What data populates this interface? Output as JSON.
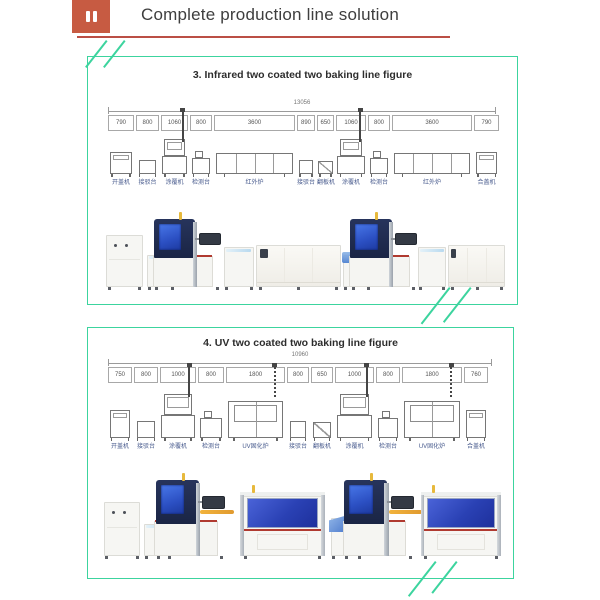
{
  "header": {
    "title": "Complete production line solution",
    "icon": "pause-icon"
  },
  "colors": {
    "accent_orange": "#C75B42",
    "underline_red": "#BB4F45",
    "frame_green": "#3CD49E",
    "label_blue": "#46598C",
    "machine_navy": "#1E2C55",
    "screen_blue": "#2B5FD9",
    "uv_window_blue": "#2A41B4",
    "stripe_red": "#B03A30",
    "warning_yellow": "#E7B93C"
  },
  "sections": [
    {
      "title": "3. Infrared two coated two baking line figure",
      "total_dimension": "13056",
      "segments": [
        {
          "dim": "790",
          "label": "开盖机",
          "kind": "opener"
        },
        {
          "dim": "800",
          "label": "接驳台",
          "kind": "conveyor"
        },
        {
          "dim": "1060",
          "label": "涂覆机",
          "kind": "coater"
        },
        {
          "dim": "800",
          "label": "检测台",
          "kind": "inspection"
        },
        {
          "dim": "3600",
          "label": "红外炉",
          "kind": "oven"
        },
        {
          "dim": "890",
          "label": "接驳台",
          "kind": "conveyor"
        },
        {
          "dim": "650",
          "label": "翻板机",
          "kind": "flipper"
        },
        {
          "dim": "1060",
          "label": "涂覆机",
          "kind": "coater"
        },
        {
          "dim": "800",
          "label": "检测台",
          "kind": "inspection"
        },
        {
          "dim": "3600",
          "label": "红外炉",
          "kind": "oven"
        },
        {
          "dim": "790",
          "label": "合盖机",
          "kind": "closer"
        }
      ]
    },
    {
      "title": "4. UV two coated two baking line figure",
      "total_dimension": "10960",
      "segments": [
        {
          "dim": "750",
          "label": "开盖机",
          "kind": "opener"
        },
        {
          "dim": "800",
          "label": "接驳台",
          "kind": "conveyor"
        },
        {
          "dim": "1000",
          "label": "涂覆机",
          "kind": "coater"
        },
        {
          "dim": "800",
          "label": "检测台",
          "kind": "inspection"
        },
        {
          "dim": "1800",
          "label": "UV固化炉",
          "kind": "uv-oven"
        },
        {
          "dim": "800",
          "label": "接驳台",
          "kind": "conveyor"
        },
        {
          "dim": "650",
          "label": "翻板机",
          "kind": "flipper"
        },
        {
          "dim": "1000",
          "label": "涂覆机",
          "kind": "coater"
        },
        {
          "dim": "800",
          "label": "检测台",
          "kind": "inspection"
        },
        {
          "dim": "1800",
          "label": "UV固化炉",
          "kind": "uv-oven"
        },
        {
          "dim": "760",
          "label": "合盖机",
          "kind": "closer"
        }
      ]
    }
  ]
}
